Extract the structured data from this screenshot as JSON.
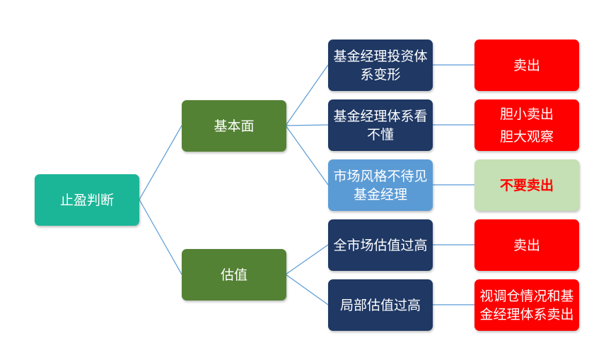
{
  "colors": {
    "root": "#1bb697",
    "level1": "#548235",
    "level2_dark": "#1f3864",
    "level2_light": "#5b9bd5",
    "sell": "#ff0000",
    "hold_bg": "#c5e0b4",
    "hold_text": "#ff0000",
    "line": "#5b9bd5"
  },
  "root": {
    "label": "止盈判断"
  },
  "branches": [
    {
      "label": "基本面",
      "children": [
        {
          "label": "基金经理投资体系变形",
          "decision": [
            "卖出"
          ]
        },
        {
          "label": "基金经理体系看不懂",
          "decision": [
            "胆小卖出",
            "胆大观察"
          ]
        },
        {
          "label": "市场风格不待见基金经理",
          "decision": [
            "不要卖出"
          ]
        }
      ]
    },
    {
      "label": "估值",
      "children": [
        {
          "label": "全市场估值过高",
          "decision": [
            "卖出"
          ]
        },
        {
          "label": "局部估值过高",
          "decision": [
            "视调仓情况和基金经理体系卖出"
          ]
        }
      ]
    }
  ]
}
